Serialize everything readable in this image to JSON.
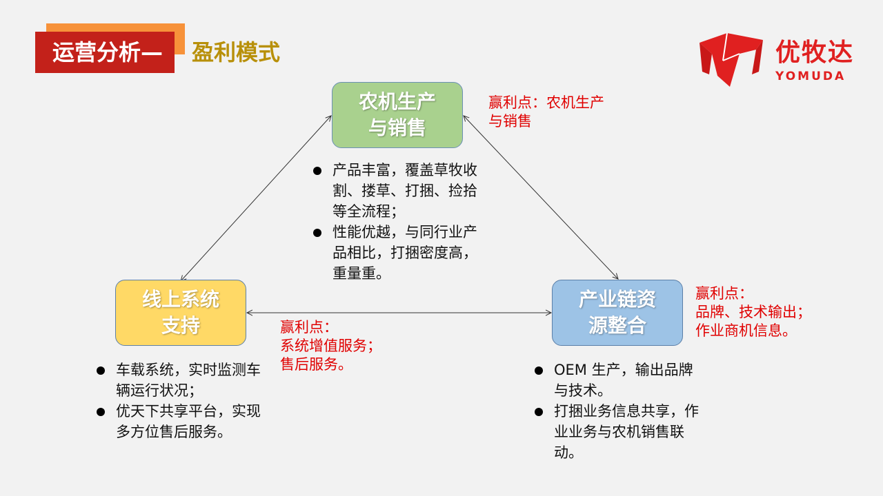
{
  "title": {
    "prefix": "运营分析—",
    "main": "盈利模式"
  },
  "logo": {
    "cn": "优牧达",
    "en": "YOMUDA"
  },
  "nodes": {
    "production": {
      "line1": "农机生产",
      "line2": "与销售",
      "color": "#A9D18E"
    },
    "online": {
      "line1": "线上系统",
      "line2": "支持",
      "color": "#FFD966"
    },
    "industry": {
      "line1": "产业链资",
      "line2": "源整合",
      "color": "#9DC3E6"
    }
  },
  "profit_points": {
    "production": {
      "line1": "赢利点：农机生产",
      "line2": "与销售"
    },
    "online": {
      "line1": "赢利点：",
      "line2": "系统增值服务；",
      "line3": "售后服务。"
    },
    "industry": {
      "line1": "赢利点：",
      "line2": "品牌、技术输出；",
      "line3": "作业商机信息。"
    }
  },
  "bullets": {
    "production": [
      "产品丰富，覆盖草牧收割、搂草、打捆、捡拾等全流程；",
      "性能优越，与同行业产品相比，打捆密度高，重量重。"
    ],
    "online": [
      "车载系统，实时监测车辆运行状况；",
      "优天下共享平台，实现多方位售后服务。"
    ],
    "industry": [
      "OEM 生产，输出品牌与技术。",
      "打捆业务信息共享，作业业务与农机销售联动。"
    ]
  },
  "accent_color": "#C3211A"
}
